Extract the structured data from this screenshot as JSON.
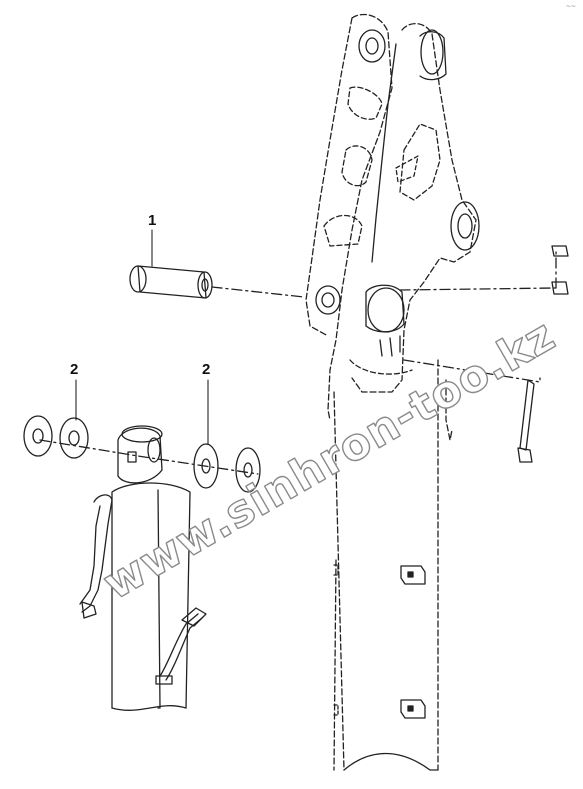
{
  "callouts": [
    {
      "label": "1"
    },
    {
      "label": "2"
    },
    {
      "label": "2"
    }
  ],
  "watermark": "www.sinhron-too.kz",
  "corner_mark": "~~"
}
